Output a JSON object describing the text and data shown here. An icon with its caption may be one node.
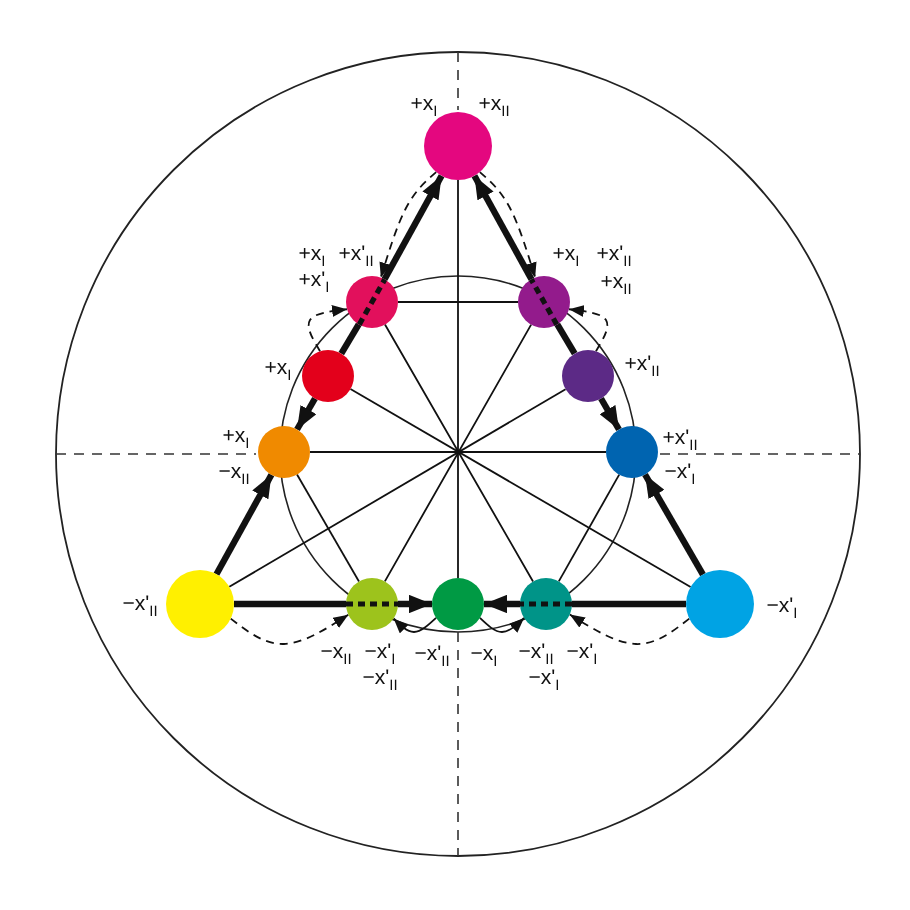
{
  "diagram": {
    "nodes": [
      {
        "text": [],
        "shape": "circle",
        "beside": [
          "+x$_{I}$",
          "+x$_{II}$"
        ]
      },
      {
        "text": [],
        "shape": "circle",
        "beside": [
          "+x$_{I}$",
          "+x'$_{II}$",
          "+x'$_{I}$"
        ]
      },
      {
        "text": [],
        "shape": "circle",
        "beside": [
          "+x$_{I}$",
          "+x'$_{II}$",
          "+x$_{II}$"
        ]
      },
      {
        "text": [],
        "shape": "circle",
        "beside": [
          "+x$_{I}$"
        ]
      },
      {
        "text": [],
        "shape": "circle",
        "beside": [
          "+x'$_{II}$"
        ]
      },
      {
        "text": [],
        "shape": "circle",
        "beside": [
          "+x$_{I}$",
          "−x$_{II}$"
        ]
      },
      {
        "text": [],
        "shape": "circle",
        "beside": [
          "+x'$_{II}$",
          "−x'$_{I}$"
        ]
      },
      {
        "text": [],
        "shape": "circle",
        "beside": [
          "−x'$_{II}$"
        ]
      },
      {
        "text": [],
        "shape": "circle",
        "beside": [
          "−x$_{II}$",
          "−x'$_{I}$",
          "−x'$_{II}$"
        ]
      },
      {
        "text": [],
        "shape": "circle",
        "beside": [
          "−x'$_{II}$",
          "−x$_{I}$"
        ]
      },
      {
        "text": [],
        "shape": "circle",
        "beside": [
          "−x'$_{II}$",
          "−x'$_{I}$",
          "−x'$_{I}$"
        ]
      },
      {
        "text": [],
        "shape": "circle",
        "beside": [
          "−x'$_{I}$"
        ]
      }
    ],
    "edges": [
      {
        "from": 0,
        "to": 9,
        "arrow": "none"
      },
      {
        "from": 1,
        "to": 10,
        "arrow": "none"
      },
      {
        "from": 2,
        "to": 8,
        "arrow": "none"
      },
      {
        "from": 3,
        "to": 11,
        "arrow": "none"
      },
      {
        "from": 4,
        "to": 7,
        "arrow": "none"
      },
      {
        "from": 5,
        "to": 6,
        "arrow": "none"
      },
      {
        "from": 1,
        "to": 2,
        "arrow": "none"
      },
      {
        "from": 5,
        "to": 8,
        "arrow": "none"
      },
      {
        "from": 6,
        "to": 10,
        "arrow": "none"
      },
      {
        "from": 1,
        "to": 0,
        "arrow": "to",
        "style": "thick"
      },
      {
        "from": 3,
        "to": 1,
        "arrow": "none",
        "style": "thick"
      },
      {
        "from": 3,
        "to": 5,
        "arrow": "to",
        "style": "thick"
      },
      {
        "from": 7,
        "to": 5,
        "arrow": "to",
        "style": "thick"
      },
      {
        "from": 2,
        "to": 0,
        "arrow": "to",
        "style": "thick"
      },
      {
        "from": 4,
        "to": 2,
        "arrow": "none",
        "style": "thick"
      },
      {
        "from": 4,
        "to": 6,
        "arrow": "to",
        "style": "thick"
      },
      {
        "from": 11,
        "to": 6,
        "arrow": "to",
        "style": "thick"
      },
      {
        "from": 7,
        "to": 8,
        "arrow": "none",
        "style": "thick"
      },
      {
        "from": 8,
        "to": 9,
        "arrow": "to",
        "style": "thick"
      },
      {
        "from": 11,
        "to": 10,
        "arrow": "none",
        "style": "thick"
      },
      {
        "from": 10,
        "to": 9,
        "arrow": "to",
        "style": "thick"
      },
      {
        "from": 0,
        "to": 1,
        "arrow": "to",
        "style": "dashed"
      },
      {
        "from": 0,
        "to": 2,
        "arrow": "to",
        "style": "dashed"
      },
      {
        "from": 3,
        "to": 1,
        "arrow": "to",
        "style": "dashed"
      },
      {
        "from": 4,
        "to": 2,
        "arrow": "to",
        "style": "dashed"
      },
      {
        "from": 7,
        "to": 8,
        "arrow": "to",
        "style": "dashed"
      },
      {
        "from": 11,
        "to": 10,
        "arrow": "to",
        "style": "dashed"
      },
      {
        "from": 9,
        "to": 8,
        "arrow": "to"
      },
      {
        "from": 9,
        "to": 10,
        "arrow": "to"
      }
    ]
  }
}
